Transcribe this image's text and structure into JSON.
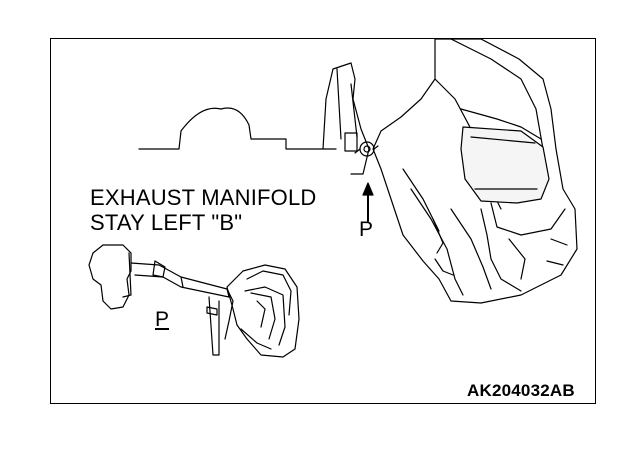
{
  "diagram": {
    "callout_line1": "EXHAUST MANIFOLD",
    "callout_line2": "STAY LEFT \"B\"",
    "view_arrow_label": "P",
    "detail_view_label": "P",
    "figure_code": "AK204032AB"
  }
}
